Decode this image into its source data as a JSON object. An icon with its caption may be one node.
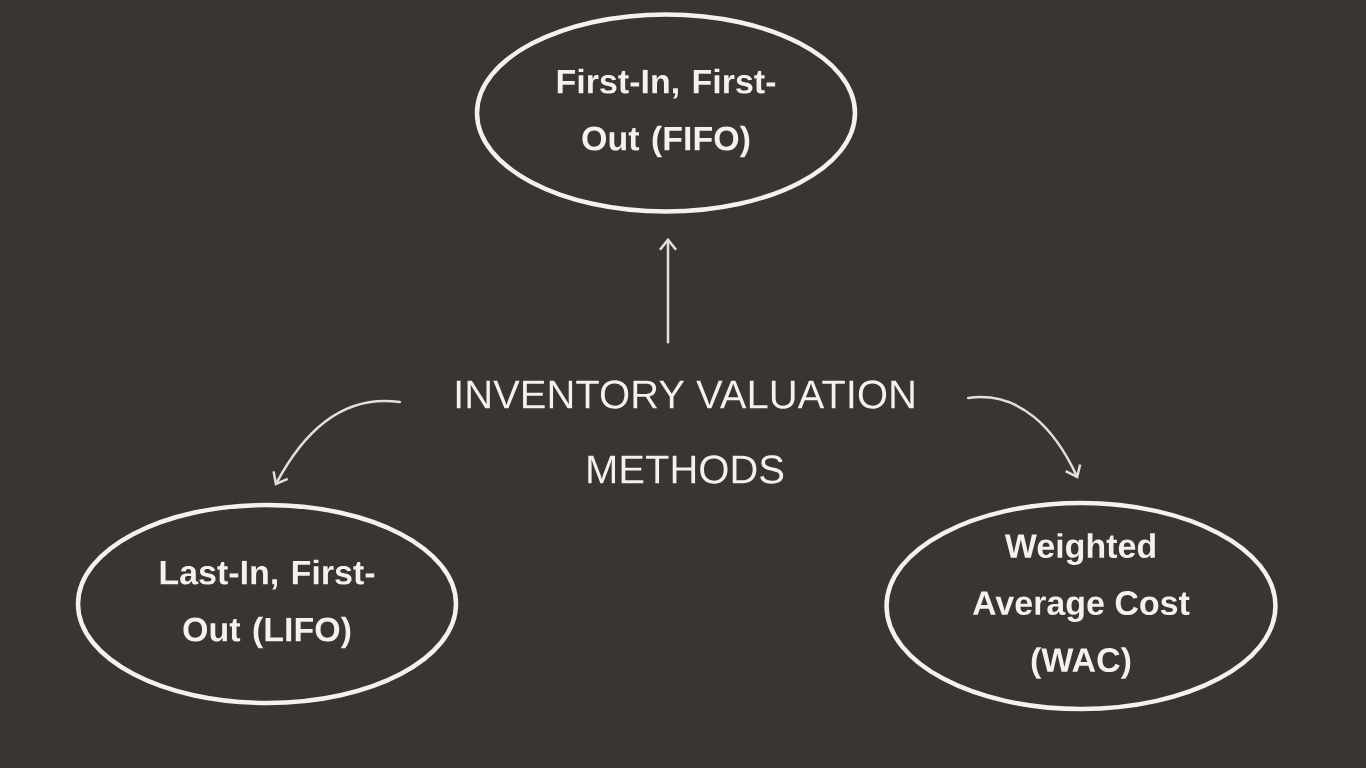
{
  "diagram": {
    "nodes": [
      {
        "text": [
          "First-In, First-Out (FIFO)"
        ]
      },
      {
        "text": [
          "INVENTORY VALUATION METHODS"
        ]
      },
      {
        "text": [
          "Last-In, First-Out (LIFO)"
        ]
      },
      {
        "text": [
          "Weighted Average Cost (WAC)"
        ]
      }
    ],
    "edges": [
      {
        "from": 1,
        "to": 0,
        "arrow": "to"
      },
      {
        "from": 1,
        "to": 2,
        "arrow": "to"
      },
      {
        "from": 1,
        "to": 3,
        "arrow": "to"
      }
    ]
  }
}
